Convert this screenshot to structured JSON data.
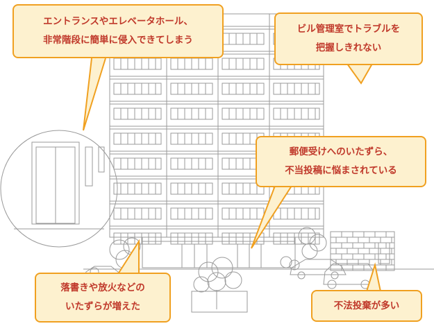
{
  "callouts": [
    {
      "id": "entrance",
      "lines": [
        "エントランスやエレベータホール、",
        "非常階段に簡単に侵入できてしまう"
      ]
    },
    {
      "id": "management",
      "lines": [
        "ビル管理室でトラブルを",
        "把握しきれない"
      ]
    },
    {
      "id": "mailbox",
      "lines": [
        "郵便受けへのいたずら、",
        "不当投稿に悩まされている"
      ]
    },
    {
      "id": "graffiti",
      "lines": [
        "落書きや放火などの",
        "いたずらが増えた"
      ]
    },
    {
      "id": "dumping",
      "lines": [
        "不法投棄が多い"
      ]
    }
  ],
  "colors": {
    "callout_fill": "#fdf1cf",
    "callout_border": "#f0a020",
    "callout_text": "#c0392b",
    "line_art": "#9a9a9a"
  }
}
